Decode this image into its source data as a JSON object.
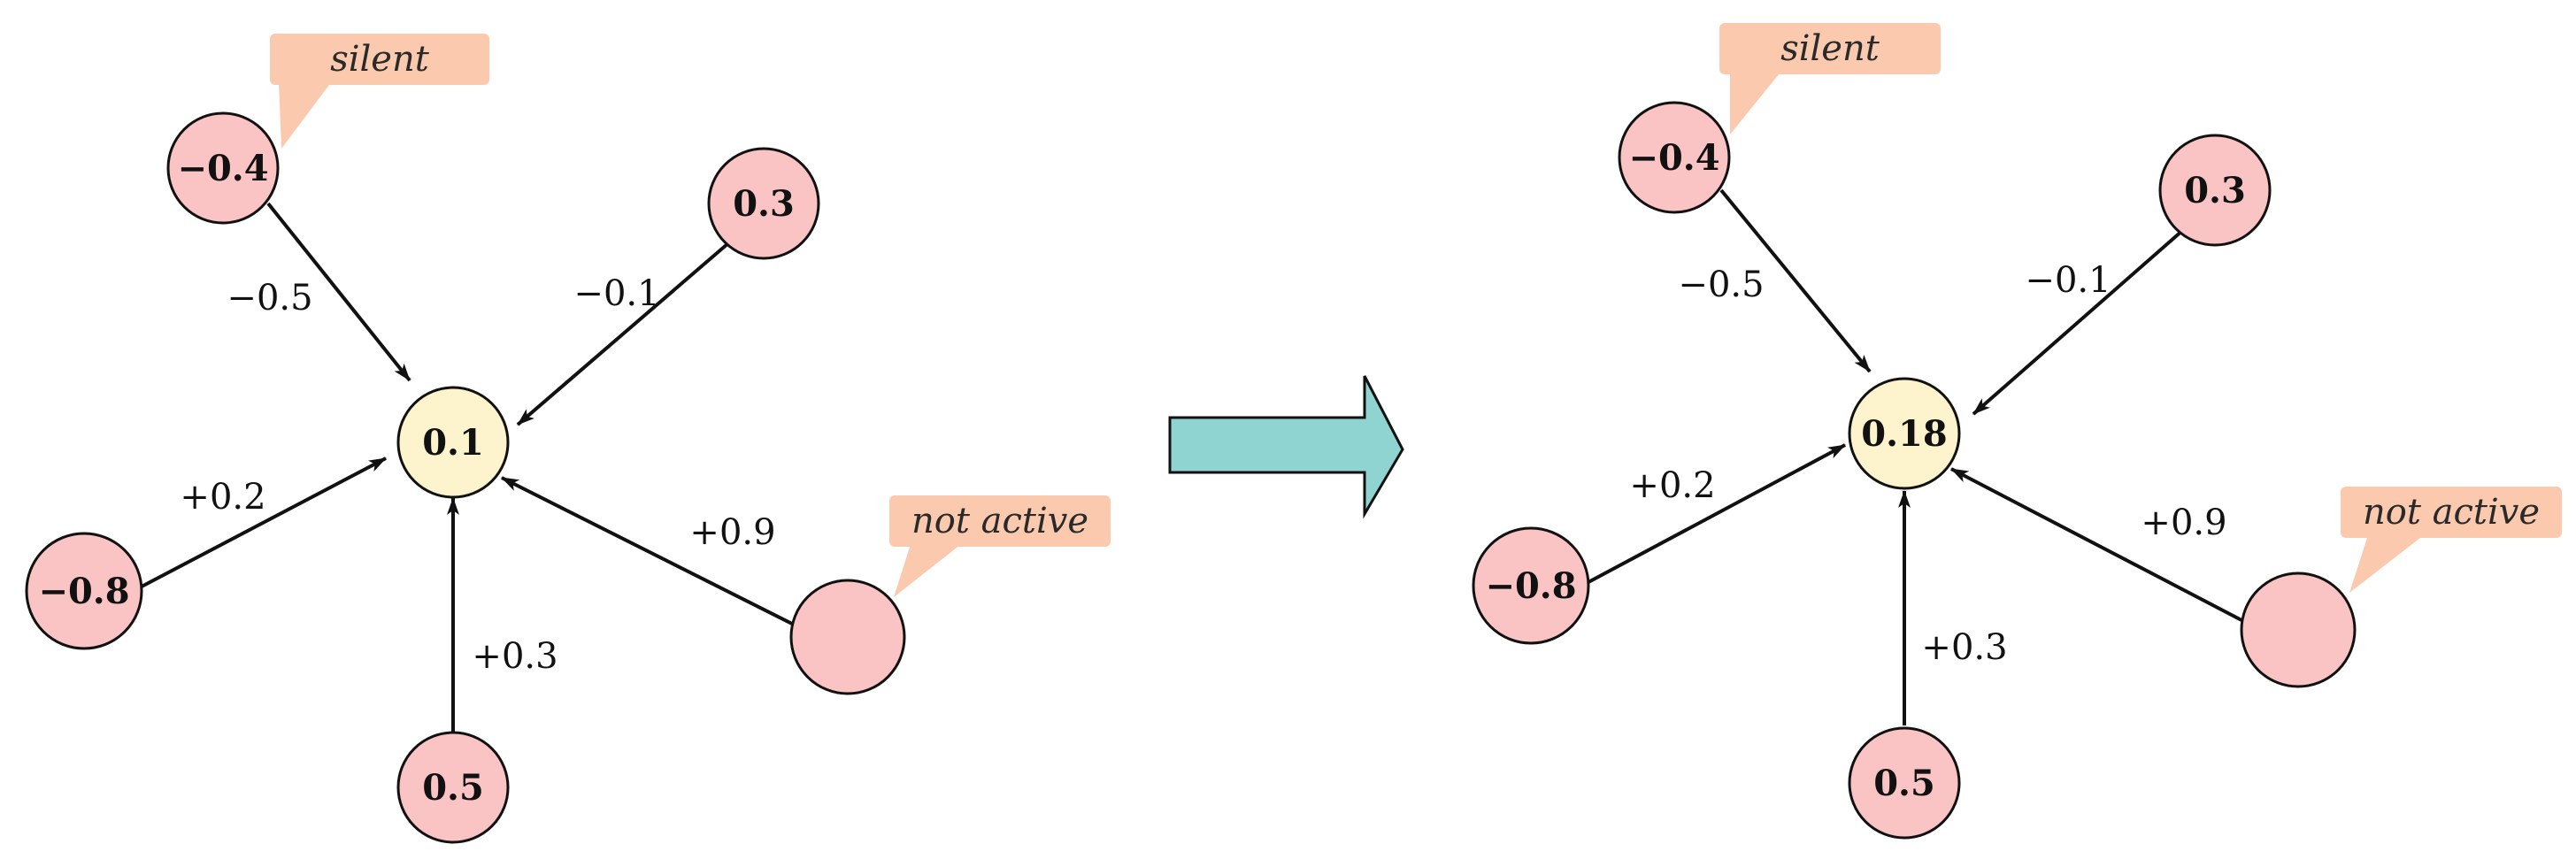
{
  "colors": {
    "input_node_fill": "#fbc4c4",
    "output_node_fill": "#fdf3cc",
    "callout_fill": "#fbcaae",
    "arrow_fill": "#8fd4d0",
    "stroke": "#111111"
  },
  "panels": [
    {
      "id": "before",
      "output_value": "0.1",
      "inputs": {
        "top_left": {
          "value": "−0.4",
          "weight": "−0.5"
        },
        "top_right": {
          "value": "0.3",
          "weight": "−0.1"
        },
        "left": {
          "value": "−0.8",
          "weight": "+0.2"
        },
        "bottom": {
          "value": "0.5",
          "weight": "+0.3"
        },
        "right": {
          "value": "",
          "weight": "+0.9"
        }
      },
      "callouts": {
        "silent": "silent",
        "not_active": "not active"
      }
    },
    {
      "id": "after",
      "output_value": "0.18",
      "inputs": {
        "top_left": {
          "value": "−0.4",
          "weight": "−0.5"
        },
        "top_right": {
          "value": "0.3",
          "weight": "−0.1"
        },
        "left": {
          "value": "−0.8",
          "weight": "+0.2"
        },
        "bottom": {
          "value": "0.5",
          "weight": "+0.3"
        },
        "right": {
          "value": "",
          "weight": "+0.9"
        }
      },
      "callouts": {
        "silent": "silent",
        "not_active": "not active"
      }
    }
  ],
  "transition_arrow": {
    "icon": "right-arrow-icon"
  }
}
